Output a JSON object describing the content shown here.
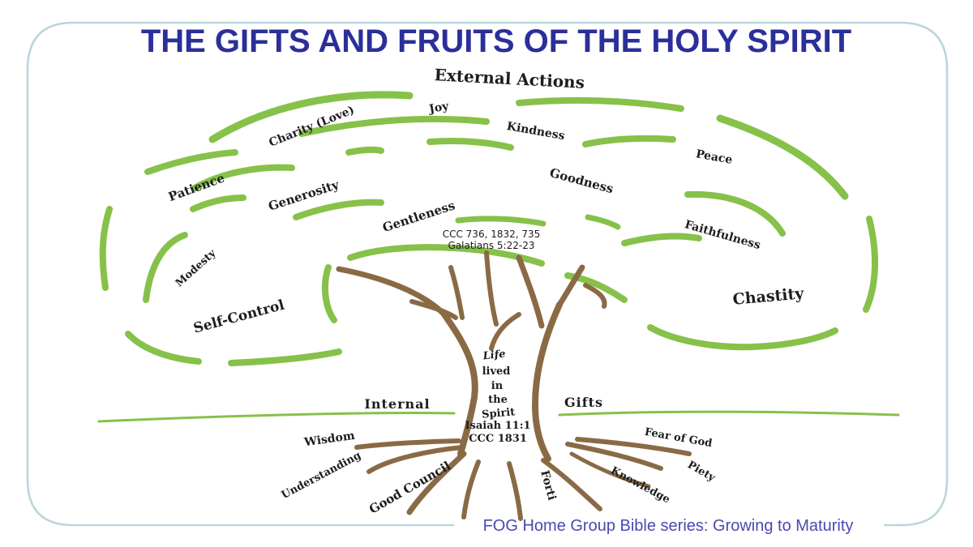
{
  "title": "THE GIFTS AND FRUITS OF THE HOLY SPIRIT",
  "footer": "FOG Home Group Bible series: Growing to Maturity",
  "canopy_heading": "External Actions",
  "fruits": {
    "charity": "Charity (Love)",
    "joy": "Joy",
    "kindness": "Kindness",
    "peace": "Peace",
    "patience": "Patience",
    "generosity": "Generosity",
    "goodness": "Goodness",
    "gentleness": "Gentleness",
    "faithfulness": "Faithfulness",
    "modesty": "Modesty",
    "self_control": "Self-Control",
    "chastity": "Chastity"
  },
  "fruit_references": {
    "line1": "CCC 736, 1832, 735",
    "line2": "Galatians 5:22-23"
  },
  "trunk": {
    "line1": "Life",
    "line2": "lived",
    "line3": "in",
    "line4": "the",
    "line5": "Spirit",
    "ref1": "Isaiah 11:1",
    "ref2": "CCC 1831"
  },
  "ground_labels": {
    "left": "Internal",
    "right": "Gifts"
  },
  "gifts": {
    "wisdom": "Wisdom",
    "understanding": "Understanding",
    "good_council": "Good Council",
    "fortitude": "Forti",
    "knowledge": "Knowledge",
    "piety": "Piety",
    "fear_of_god": "Fear of God"
  },
  "colors": {
    "title": "#2b2f9a",
    "footer": "#4a49b0",
    "leaf": "#86c14a",
    "root": "#8a6a45",
    "frame": "#b9d6dc"
  }
}
